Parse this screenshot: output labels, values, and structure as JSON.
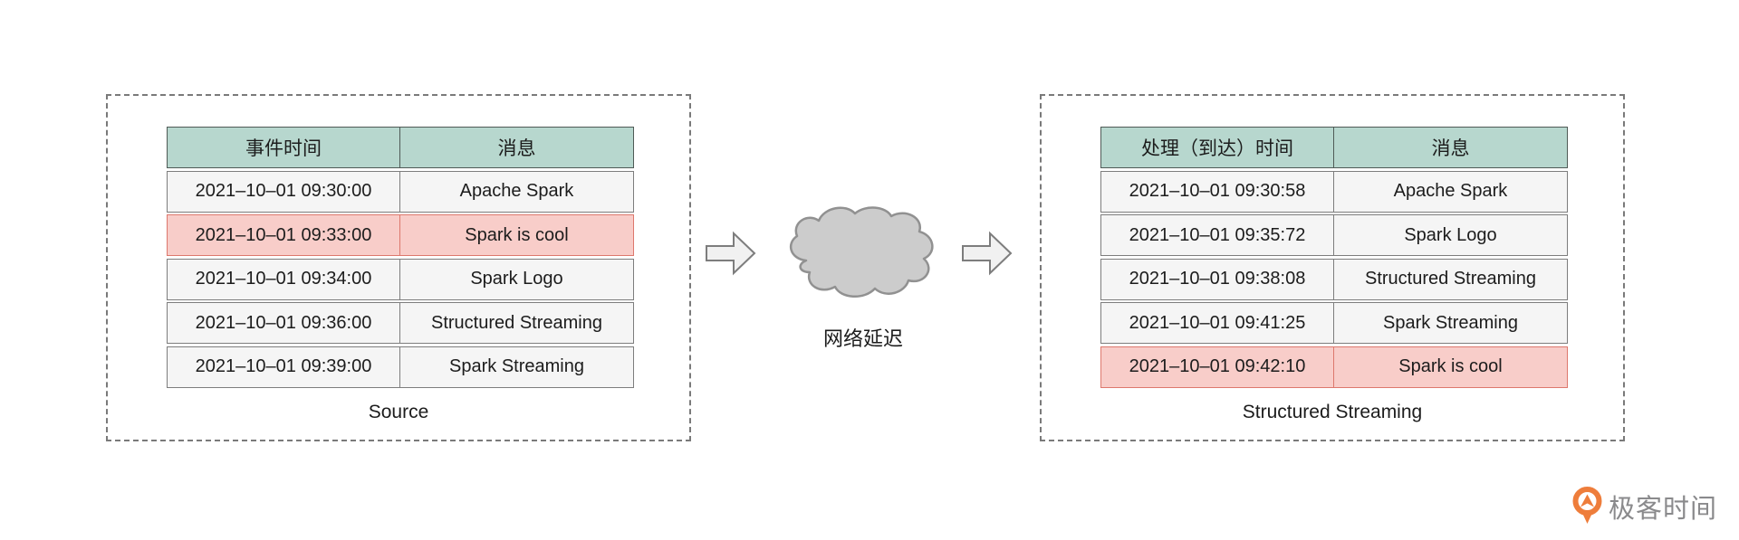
{
  "source_panel": {
    "label": "Source",
    "table": {
      "headers": [
        "事件时间",
        "消息"
      ],
      "rows": [
        {
          "time": "2021–10–01 09:30:00",
          "message": "Apache Spark",
          "highlight": false
        },
        {
          "time": "2021–10–01 09:33:00",
          "message": "Spark is cool",
          "highlight": true
        },
        {
          "time": "2021–10–01 09:34:00",
          "message": "Spark Logo",
          "highlight": false
        },
        {
          "time": "2021–10–01 09:36:00",
          "message": "Structured Streaming",
          "highlight": false
        },
        {
          "time": "2021–10–01 09:39:00",
          "message": "Spark Streaming",
          "highlight": false
        }
      ]
    }
  },
  "network": {
    "label": "网络延迟",
    "cloud_icon": "cloud",
    "arrow_icon": "block-arrow-right"
  },
  "sink_panel": {
    "label": "Structured Streaming",
    "table": {
      "headers": [
        "处理（到达）时间",
        "消息"
      ],
      "rows": [
        {
          "time": "2021–10–01 09:30:58",
          "message": "Apache Spark",
          "highlight": false
        },
        {
          "time": "2021–10–01 09:35:72",
          "message": "Spark Logo",
          "highlight": false
        },
        {
          "time": "2021–10–01 09:38:08",
          "message": "Structured Streaming",
          "highlight": false
        },
        {
          "time": "2021–10–01 09:41:25",
          "message": "Spark Streaming",
          "highlight": false
        },
        {
          "time": "2021–10–01 09:42:10",
          "message": "Spark is cool",
          "highlight": true
        }
      ]
    }
  },
  "branding": {
    "logo_icon": "geektime-logo",
    "logo_text": "极客时间"
  },
  "colors": {
    "header_bg": "#b7d7ce",
    "header_border": "#4f5a56",
    "row_bg": "#f5f5f5",
    "row_border": "#7d7d7d",
    "highlight_bg": "#f8cdc9",
    "highlight_border": "#dd786d",
    "text": "#1c1c1c",
    "dash_border": "#7a7a7a",
    "cloud_fill": "#cccccc",
    "cloud_stroke": "#919191",
    "arrow_fill": "#f1f1f1",
    "arrow_stroke": "#7d7d7d",
    "accent_orange": "#ee7d3b",
    "brand_text": "#8a8a8c"
  }
}
